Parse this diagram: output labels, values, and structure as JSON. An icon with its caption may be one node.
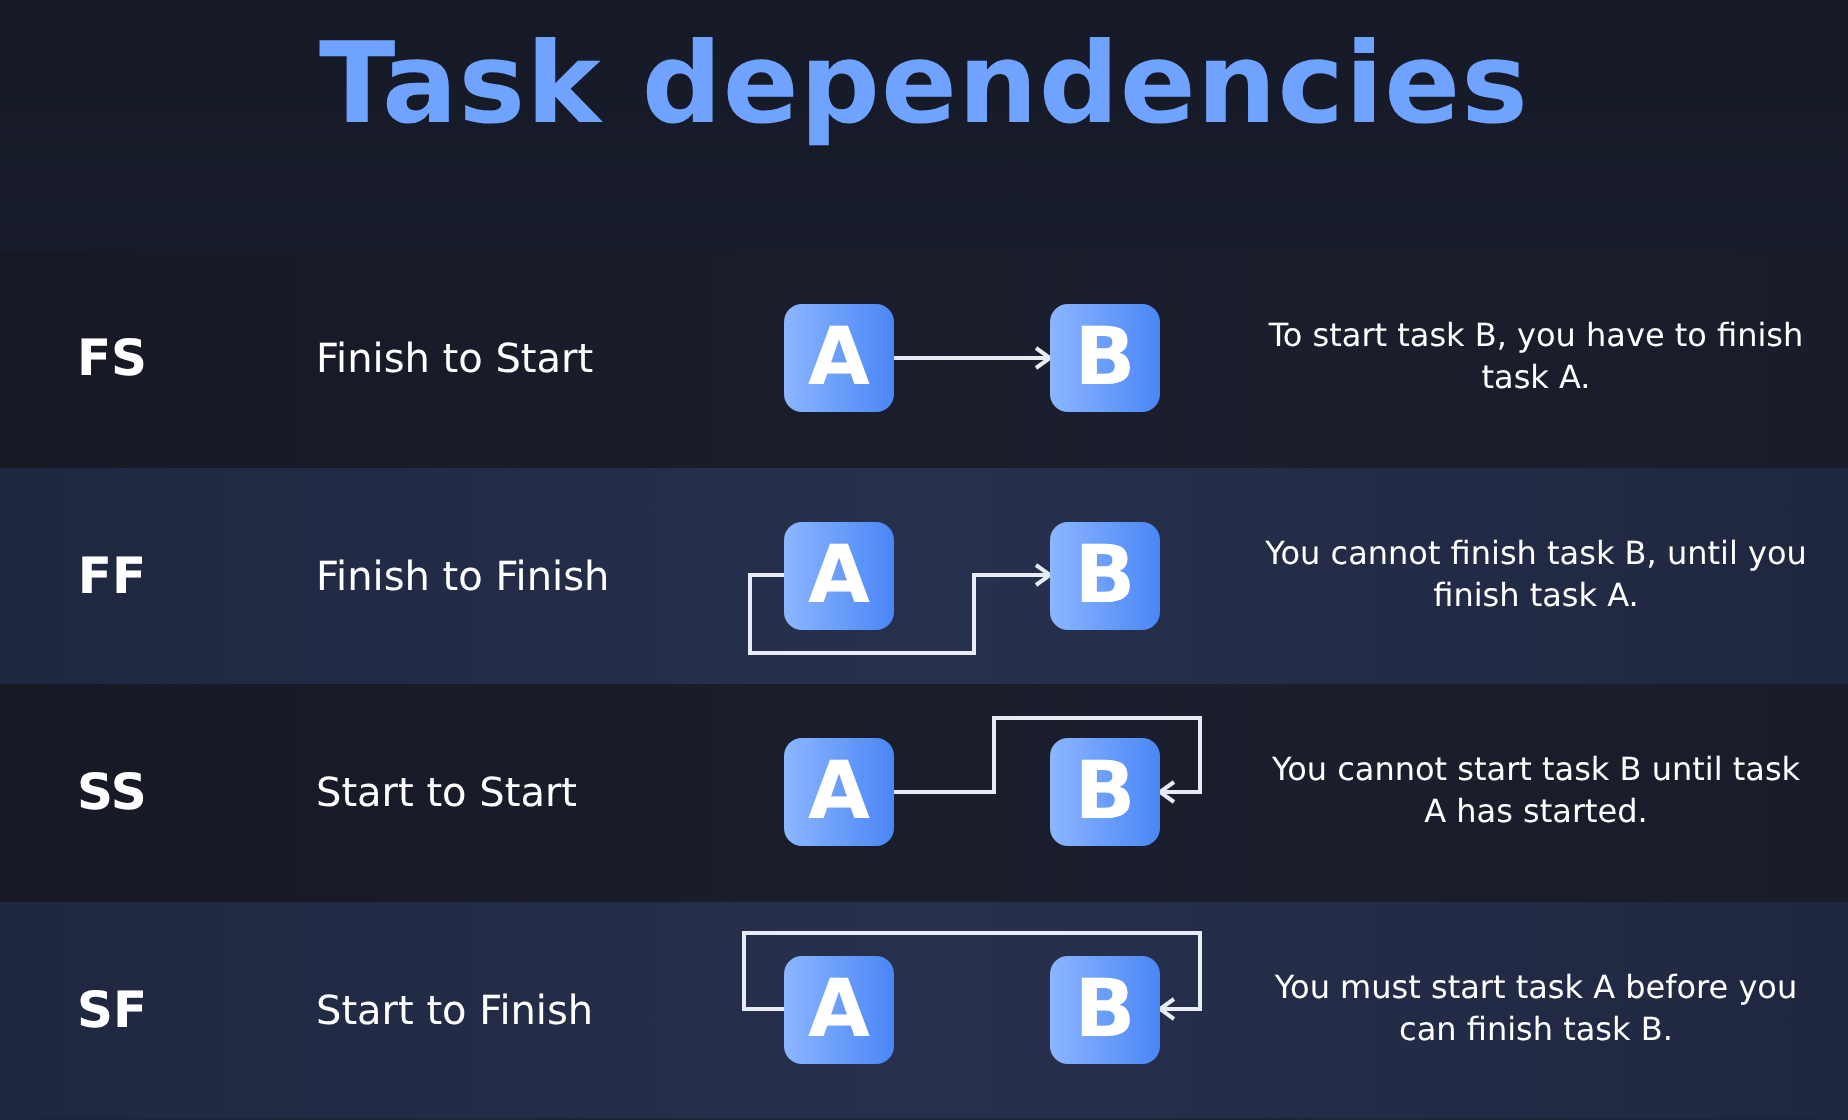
{
  "diagram": {
    "title": "Task dependencies",
    "nodes": [
      {
        "text": [
          "FS",
          "Finish to Start",
          "To start task B, you have to finish task A."
        ]
      },
      {
        "text": [
          "A"
        ],
        "in": 0
      },
      {
        "text": [
          "B"
        ],
        "in": 0
      },
      {
        "text": [
          "FF",
          "Finish to Finish",
          "You cannot finish task B, until you finish task A."
        ]
      },
      {
        "text": [
          "A"
        ],
        "in": 3
      },
      {
        "text": [
          "B"
        ],
        "in": 3
      },
      {
        "text": [
          "SS",
          "Start to Start",
          "You cannot start task B until task A has started."
        ]
      },
      {
        "text": [
          "A"
        ],
        "in": 6
      },
      {
        "text": [
          "B"
        ],
        "in": 6
      },
      {
        "text": [
          "SF",
          "Start to Finish",
          "You must start task A before you can finish task B."
        ]
      },
      {
        "text": [
          "A"
        ],
        "in": 9
      },
      {
        "text": [
          "B"
        ],
        "in": 9
      }
    ],
    "edges": [
      {
        "from": 1,
        "to": 2,
        "arrow": "to"
      },
      {
        "from": 4,
        "to": 5,
        "arrow": "to"
      },
      {
        "from": 7,
        "to": 8,
        "arrow": "to"
      },
      {
        "from": 10,
        "to": 11,
        "arrow": "to"
      }
    ]
  }
}
